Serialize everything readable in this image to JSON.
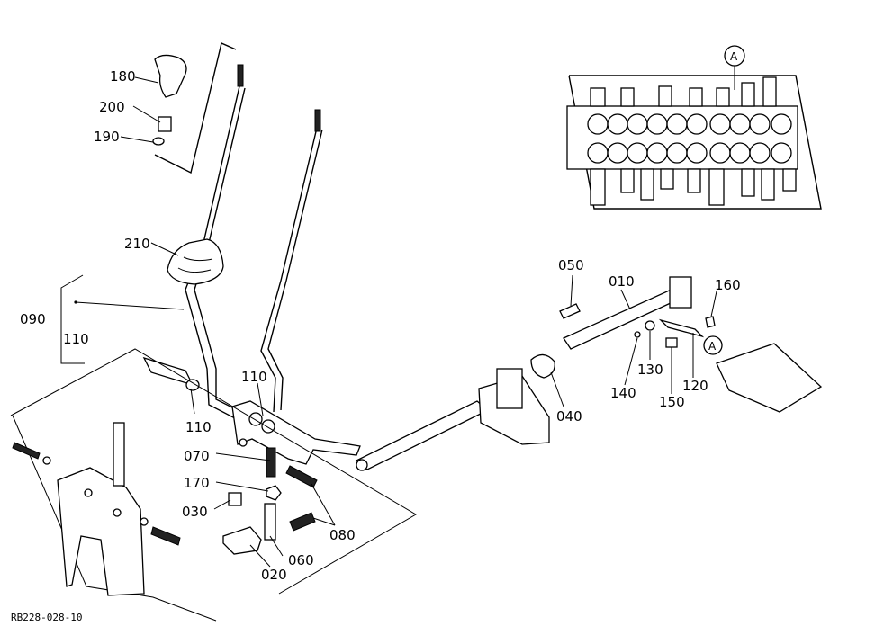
{
  "labels": {
    "p180": "180",
    "p200": "200",
    "p190": "190",
    "p210": "210",
    "p090": "090",
    "p110a": "110",
    "p110b": "110",
    "p110c": "110",
    "p070": "070",
    "p170": "170",
    "p030": "030",
    "p060": "060",
    "p020": "020",
    "p080": "080",
    "p040": "040",
    "p050": "050",
    "p010": "010",
    "p160": "160",
    "p140": "140",
    "p130": "130",
    "p150": "150",
    "p120": "120",
    "callout_a1": "A",
    "callout_a2": "A"
  },
  "reference_code": "RB228-028-10"
}
